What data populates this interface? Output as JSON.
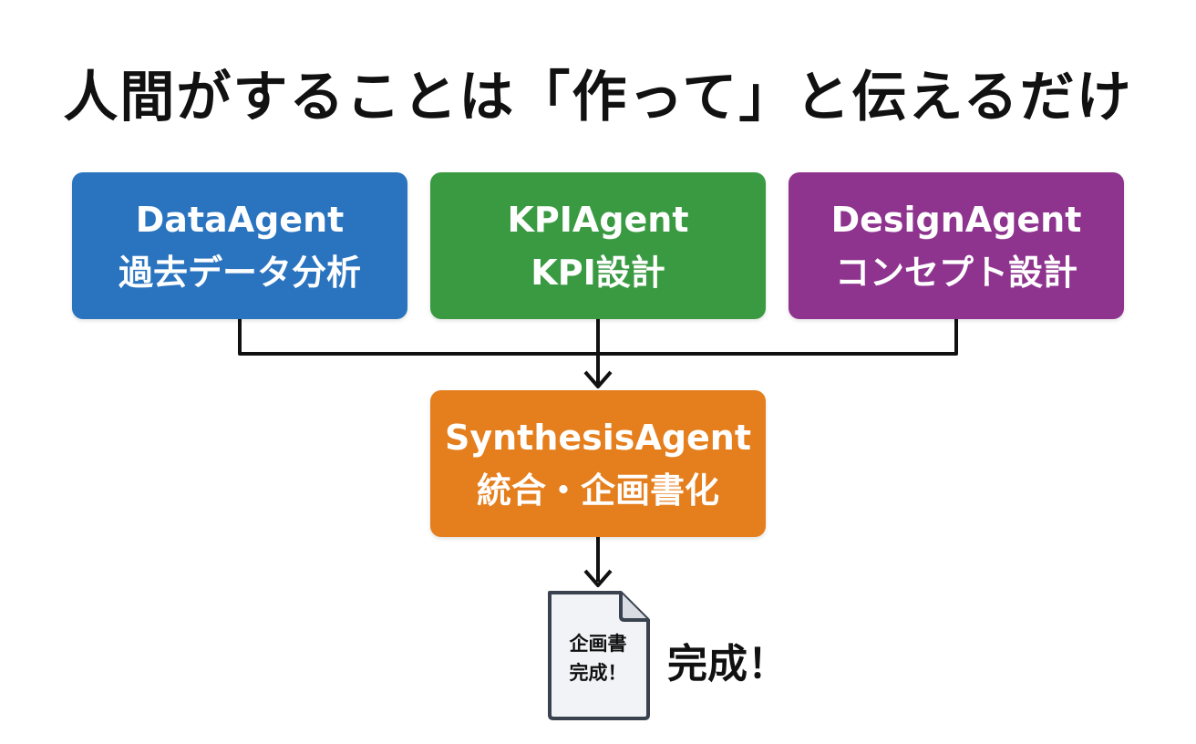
{
  "title": "人間がすることは「作って」と伝えるだけ",
  "agents": {
    "data": {
      "name": "DataAgent",
      "task": "過去データ分析",
      "color": "#2a74bf"
    },
    "kpi": {
      "name": "KPIAgent",
      "task": "KPI設計",
      "color": "#3a9a42"
    },
    "design": {
      "name": "DesignAgent",
      "task": "コンセプト設計",
      "color": "#8e348f"
    },
    "synthesis": {
      "name": "SynthesisAgent",
      "task": "統合・企画書化",
      "color": "#e57e1c"
    }
  },
  "document": {
    "line1": "企画書",
    "line2": "完成！",
    "icon": "document-icon"
  },
  "result_label": "完成！"
}
